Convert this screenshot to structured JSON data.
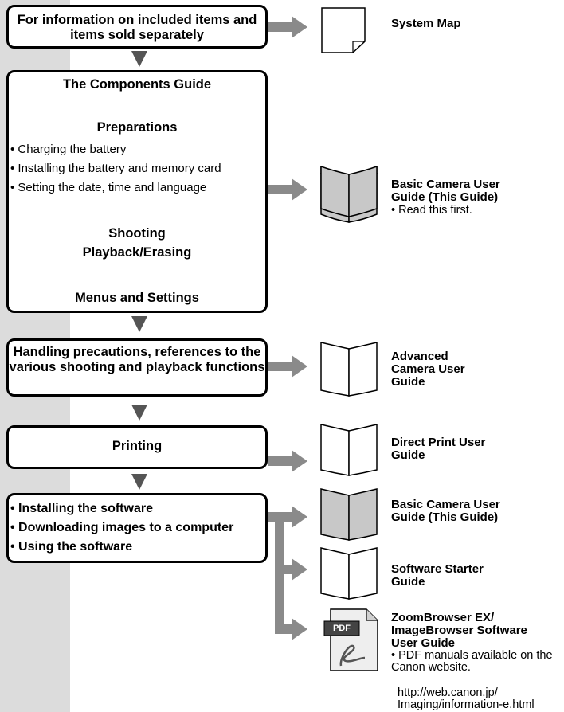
{
  "flow": {
    "box1": "For information on included items and items sold separately",
    "box2": {
      "title": "The Components Guide",
      "preparations": "Preparations",
      "items": [
        "• Charging the battery",
        "• Installing the battery and memory card",
        "• Setting the date, time and language"
      ],
      "shooting": "Shooting",
      "playback": "Playback/Erasing",
      "menus": "Menus and Settings"
    },
    "box3": "Handling precautions, references to the various shooting and playback functions",
    "box4": "Printing",
    "box5": [
      "• Installing the software",
      "• Downloading images to a computer",
      "• Using the software"
    ]
  },
  "guides": {
    "system_map": "System Map",
    "basic_guide": "Basic Camera User Guide (This Guide)",
    "basic_note": "• Read this first.",
    "advanced_guide": "Advanced Camera User Guide",
    "direct_print": "Direct Print User Guide",
    "basic_guide2": "Basic Camera User Guide (This Guide)",
    "software_starter": "Software Starter Guide",
    "zoombrowser": "ZoomBrowser EX/ ImageBrowser Software User Guide",
    "pdf_note": "• PDF manuals available on the Canon website.",
    "pdf_url1": "http://web.canon.jp/",
    "pdf_url2": "Imaging/information-e.html",
    "pdf_badge": "PDF"
  }
}
